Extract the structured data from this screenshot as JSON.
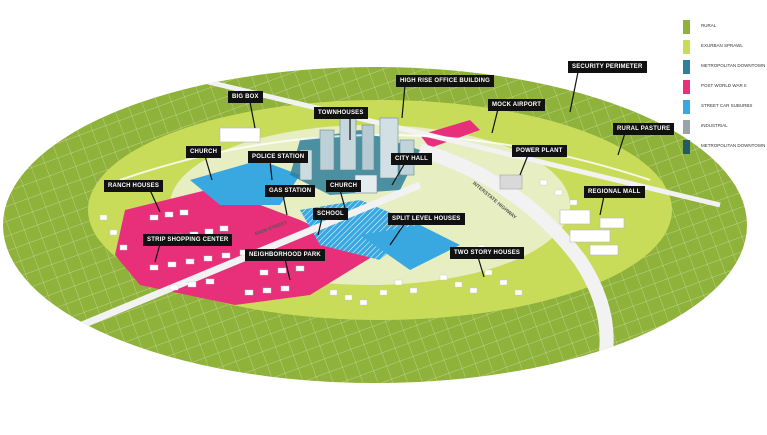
{
  "callouts": {
    "big_box": "BIG BOX",
    "high_rise": "HIGH RISE OFFICE BUILDING",
    "security_perimeter": "SECURITY PERIMETER",
    "townhouses": "TOWNHOUSES",
    "mock_airport": "MOCK AIRPORT",
    "rural_pasture": "RURAL PASTURE",
    "church_left": "CHURCH",
    "police_station": "POLICE STATION",
    "city_hall": "CITY HALL",
    "power_plant": "POWER PLANT",
    "ranch_houses": "RANCH HOUSES",
    "gas_station": "GAS STATION",
    "church_center": "CHURCH",
    "regional_mall": "REGIONAL MALL",
    "school": "SCHOOL",
    "split_level": "SPLIT LEVEL HOUSES",
    "strip_shopping": "STRIP SHOPPING CENTER",
    "neighborhood_park": "NEIGHBORHOOD PARK",
    "two_story": "TWO STORY HOUSES"
  },
  "road_labels": {
    "main_street": "MAIN STREET",
    "interstate": "INTERSTATE HIGHWAY"
  },
  "legend": [
    {
      "label": "RURAL",
      "color": "#8fb23a"
    },
    {
      "label": "EXURBAN SPRAWL",
      "color": "#c8dc5a"
    },
    {
      "label": "METROPOLITAN DOWNTOWN",
      "color": "#2e7f9a"
    },
    {
      "label": "POST WORLD WAR II",
      "color": "#e8307a"
    },
    {
      "label": "STREET CAR SUBURBS",
      "color": "#3aa8e0"
    },
    {
      "label": "INDUSTRIAL",
      "color": "#9aa3a8"
    },
    {
      "label": "METROPOLITAN DOWNTOWN",
      "color": "#1f5c66"
    }
  ],
  "colors": {
    "rural": "#8fb23a",
    "exurban": "#c8dc5a",
    "post_war": "#e8307a",
    "streetcar": "#3aa8e0",
    "downtown": "#2e7f9a",
    "industrial": "#9aa3a8",
    "road": "#f2f2f2",
    "ground_edge": "#ffffff"
  }
}
